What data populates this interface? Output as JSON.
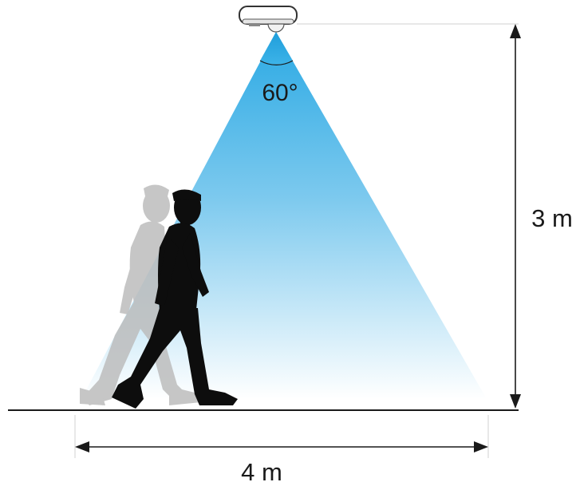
{
  "diagram": {
    "angle_label": "60°",
    "height_label": "3 m",
    "width_label": "4 m"
  },
  "colors": {
    "cone_top": "#2aa9e4",
    "cone_bottom": "#ffffff",
    "person_front": "#0d0d0d",
    "person_back": "#bdbdbd",
    "line": "#1a1a1a",
    "guide": "#c8c8c8"
  },
  "icons": {
    "sensor": "ceiling-sensor-icon",
    "person_front": "walking-person-icon",
    "person_back": "walking-person-ghost-icon"
  }
}
